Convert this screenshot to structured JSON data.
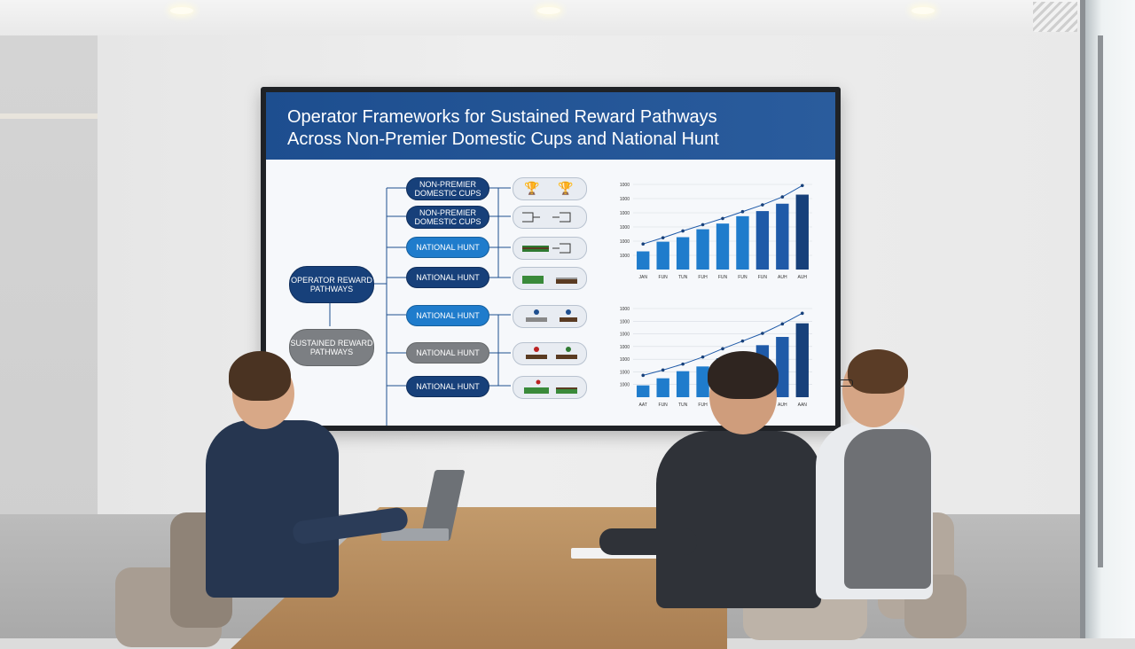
{
  "slide": {
    "title_line1": "Operator Frameworks for Sustained Reward Pathways",
    "title_line2": "Across Non-Premier Domestic Cups and National Hunt"
  },
  "diagram": {
    "root": "OPERATOR REWARD PATHWAYS",
    "sub": "SUSTAINED REWARD PATHWAYS",
    "branches": [
      "NON-PREMIER DOMESTIC CUPS",
      "NON-PREMIER DOMESTIC CUPS",
      "NATIONAL HUNT",
      "NATIONAL HUNT",
      "NATIONAL HUNT",
      "NATIONAL HUNT",
      "NATIONAL HUNT"
    ],
    "icons": [
      "trophy-icon",
      "bracket-icon",
      "bracket-icon",
      "horse-race-icon",
      "jockey-icon",
      "jockey-icon",
      "track-icon"
    ]
  },
  "chart_data": [
    {
      "type": "bar",
      "categories": [
        "JAN",
        "FUN",
        "TUN",
        "FUH",
        "FUN",
        "FUN",
        "FUN",
        "AUH",
        "AUH"
      ],
      "values": [
        320,
        490,
        570,
        710,
        810,
        940,
        1030,
        1160,
        1320
      ],
      "line_values": [
        450,
        560,
        680,
        790,
        900,
        1020,
        1140,
        1280,
        1480
      ],
      "ytick_labels": [
        "1000",
        "1000",
        "1000",
        "1000",
        "1000",
        "1000"
      ],
      "title": "",
      "xlabel": "",
      "ylabel": "",
      "ylim": [
        0,
        1500
      ],
      "colors": [
        "#1f7ccc",
        "#1f7ccc",
        "#1f7ccc",
        "#1f7ccc",
        "#1f7ccc",
        "#1f7ccc",
        "#1f5aa8",
        "#1f5aa8",
        "#17407a"
      ]
    },
    {
      "type": "bar",
      "categories": [
        "AAT",
        "FUN",
        "TUN",
        "FUH",
        "FUN",
        "FUN",
        "FUN",
        "AUH",
        "AAN"
      ],
      "values": [
        200,
        320,
        440,
        520,
        660,
        760,
        880,
        1020,
        1250
      ],
      "line_values": [
        370,
        460,
        560,
        680,
        820,
        950,
        1080,
        1240,
        1420
      ],
      "ytick_labels": [
        "1000",
        "1000",
        "1000",
        "1000",
        "1000",
        "1000",
        "1000"
      ],
      "title": "",
      "xlabel": "",
      "ylabel": "",
      "ylim": [
        0,
        1500
      ],
      "colors": [
        "#1f7ccc",
        "#1f7ccc",
        "#1f7ccc",
        "#1f7ccc",
        "#1f7ccc",
        "#1f7ccc",
        "#1f5aa8",
        "#1f5aa8",
        "#17407a"
      ]
    }
  ]
}
